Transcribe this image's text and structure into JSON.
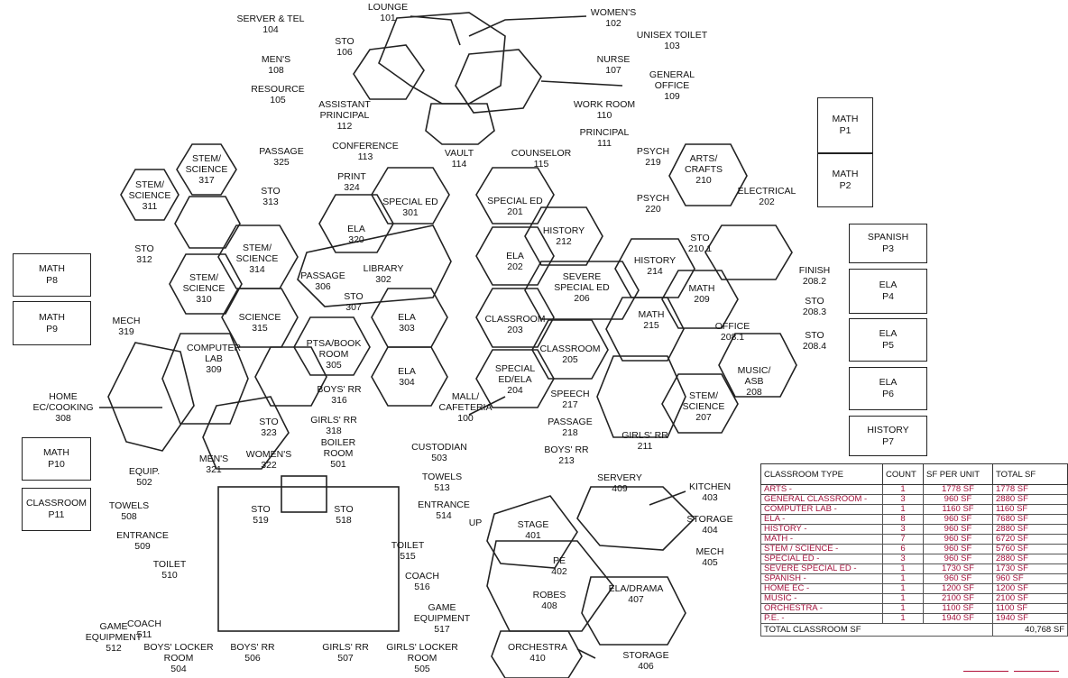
{
  "plan_labels": {
    "lounge": "LOUNGE",
    "lounge_num": "101",
    "server_tel": "SERVER & TEL",
    "server_tel_num": "104",
    "sto106": "STO",
    "sto106_num": "106",
    "mens108": "MEN'S",
    "mens108_num": "108",
    "resource": "RESOURCE",
    "resource_num": "105",
    "womens102": "WOMEN'S",
    "womens102_num": "102",
    "unisex": "UNISEX TOILET",
    "unisex_num": "103",
    "nurse": "NURSE",
    "nurse_num": "107",
    "general_office_1": "GENERAL",
    "general_office_2": "OFFICE",
    "general_office_num": "109",
    "work_room": "WORK ROOM",
    "work_room_num": "110",
    "principal": "PRINCIPAL",
    "principal_num": "111",
    "counselor": "COUNSELOR",
    "counselor_num": "115",
    "assistant_1": "ASSISTANT",
    "assistant_2": "PRINCIPAL",
    "assistant_num": "112",
    "conference": "CONFERENCE",
    "conference_num": "113",
    "vault": "VAULT",
    "vault_num": "114",
    "stem317_1": "STEM/",
    "stem317_2": "SCIENCE",
    "stem317_num": "317",
    "passage325": "PASSAGE",
    "passage325_num": "325",
    "print": "PRINT",
    "print_num": "324",
    "stem311_1": "STEM/",
    "stem311_2": "SCIENCE",
    "stem311_num": "311",
    "sto313": "STO",
    "sto313_num": "313",
    "sto312": "STO",
    "sto312_num": "312",
    "special301": "SPECIAL ED",
    "special301_num": "301",
    "ela320": "ELA",
    "ela320_num": "320",
    "stem314_1": "STEM/",
    "stem314_2": "SCIENCE",
    "stem314_num": "314",
    "library": "LIBRARY",
    "library_num": "302",
    "passage306": "PASSAGE",
    "passage306_num": "306",
    "stem310_1": "STEM/",
    "stem310_2": "SCIENCE",
    "stem310_num": "310",
    "science315": "SCIENCE",
    "science315_num": "315",
    "sto307": "STO",
    "sto307_num": "307",
    "ela303": "ELA",
    "ela303_num": "303",
    "ptsa_1": "PTSA/BOOK",
    "ptsa_2": "ROOM",
    "ptsa_num": "305",
    "ela304": "ELA",
    "ela304_num": "304",
    "mech319": "MECH",
    "mech319_num": "319",
    "complab_1": "COMPUTER",
    "complab_2": "LAB",
    "complab_num": "309",
    "homeec_1": "HOME",
    "homeec_2": "EC/COOKING",
    "homeec_num": "308",
    "boysrr316": "BOYS' RR",
    "boysrr316_num": "316",
    "girlsrr318": "GIRLS' RR",
    "girlsrr318_num": "318",
    "sto323": "STO",
    "sto323_num": "323",
    "mens321": "MEN'S",
    "mens321_num": "321",
    "womens322": "WOMEN'S",
    "womens322_num": "322",
    "boiler_1": "BOILER",
    "boiler_2": "ROOM",
    "boiler_num": "501",
    "mall_1": "MALL/",
    "mall_2": "CAFETERIA",
    "mall_num": "100",
    "special201": "SPECIAL ED",
    "special201_num": "201",
    "history212": "HISTORY",
    "history212_num": "212",
    "psych219": "PSYCH",
    "psych219_num": "219",
    "psych220": "PSYCH",
    "psych220_num": "220",
    "arts_1": "ARTS/",
    "arts_2": "CRAFTS",
    "arts_num": "210",
    "electrical": "ELECTRICAL",
    "electrical_num": "202",
    "ela202": "ELA",
    "ela202_num": "202",
    "severe_1": "SEVERE",
    "severe_2": "SPECIAL ED",
    "severe_num": "206",
    "history214": "HISTORY",
    "history214_num": "214",
    "sto210": "STO",
    "sto210_num": "210.1",
    "math209": "MATH",
    "math209_num": "209",
    "finish": "FINISH",
    "finish_num": "208.2",
    "sto2083": "STO",
    "sto2083_num": "208.3",
    "office": "OFFICE",
    "office_num": "208.1",
    "sto2084": "STO",
    "sto2084_num": "208.4",
    "classroom203": "CLASSROOM",
    "classroom203_num": "203",
    "classroom205": "CLASSROOM",
    "classroom205_num": "205",
    "math215": "MATH",
    "math215_num": "215",
    "special204_1": "SPECIAL",
    "special204_2": "ED/ELA",
    "special204_num": "204",
    "speech": "SPEECH",
    "speech_num": "217",
    "passage218": "PASSAGE",
    "passage218_num": "218",
    "boysrr213": "BOYS' RR",
    "boysrr213_num": "213",
    "girlsrr211": "GIRLS' RR",
    "girlsrr211_num": "211",
    "stem207_1": "STEM/",
    "stem207_2": "SCIENCE",
    "stem207_num": "207",
    "music_1": "MUSIC/",
    "music_2": "ASB",
    "music_num": "208",
    "custodian": "CUSTODIAN",
    "custodian_num": "503",
    "towels513": "TOWELS",
    "towels513_num": "513",
    "entrance514": "ENTRANCE",
    "entrance514_num": "514",
    "equip": "EQUIP.",
    "equip_num": "502",
    "towels508": "TOWELS",
    "towels508_num": "508",
    "entrance509": "ENTRANCE",
    "entrance509_num": "509",
    "sto519": "STO",
    "sto519_num": "519",
    "sto518": "STO",
    "sto518_num": "518",
    "toilet510": "TOILET",
    "toilet510_num": "510",
    "toilet515": "TOILET",
    "toilet515_num": "515",
    "coach511": "COACH",
    "coach511_num": "511",
    "coach516": "COACH",
    "coach516_num": "516",
    "game512_1": "GAME",
    "game512_2": "EQUIPMENT",
    "game512_num": "512",
    "game517_1": "GAME",
    "game517_2": "EQUIPMENT",
    "game517_num": "517",
    "boyslocker_1": "BOYS' LOCKER",
    "boyslocker_2": "ROOM",
    "boyslocker_num": "504",
    "boysrr506": "BOYS' RR",
    "boysrr506_num": "506",
    "girlsrr507": "GIRLS' RR",
    "girlsrr507_num": "507",
    "girlslocker_1": "GIRLS' LOCKER",
    "girlslocker_2": "ROOM",
    "girlslocker_num": "505",
    "servery": "SERVERY",
    "servery_num": "409",
    "kitchen": "KITCHEN",
    "kitchen_num": "403",
    "storage404": "STORAGE",
    "storage404_num": "404",
    "mech405": "MECH",
    "mech405_num": "405",
    "stage": "STAGE",
    "stage_num": "401",
    "pe": "PE",
    "pe_num": "402",
    "robes": "ROBES",
    "robes_num": "408",
    "eladrama": "ELA/DRAMA",
    "eladrama_num": "407",
    "orchestra": "ORCHESTRA",
    "orchestra_num": "410",
    "storage406": "STORAGE",
    "storage406_num": "406",
    "up": "UP"
  },
  "portables": [
    {
      "id": "p1",
      "name": "MATH",
      "num": "P1"
    },
    {
      "id": "p2",
      "name": "MATH",
      "num": "P2"
    },
    {
      "id": "p3",
      "name": "SPANISH",
      "num": "P3"
    },
    {
      "id": "p4",
      "name": "ELA",
      "num": "P4"
    },
    {
      "id": "p5",
      "name": "ELA",
      "num": "P5"
    },
    {
      "id": "p6",
      "name": "ELA",
      "num": "P6"
    },
    {
      "id": "p7",
      "name": "HISTORY",
      "num": "P7"
    },
    {
      "id": "p8",
      "name": "MATH",
      "num": "P8"
    },
    {
      "id": "p9",
      "name": "MATH",
      "num": "P9"
    },
    {
      "id": "p10",
      "name": "MATH",
      "num": "P10"
    },
    {
      "id": "p11",
      "name": "CLASSROOM",
      "num": "P11"
    }
  ],
  "table": {
    "headers": [
      "CLASSROOM TYPE",
      "COUNT",
      "SF PER UNIT",
      "TOTAL SF"
    ],
    "rows": [
      [
        "ARTS -",
        "1",
        "1778 SF",
        "1778 SF"
      ],
      [
        "GENERAL CLASSROOM -",
        "3",
        "960 SF",
        "2880 SF"
      ],
      [
        "COMPUTER LAB -",
        "1",
        "1160 SF",
        "1160 SF"
      ],
      [
        "ELA -",
        "8",
        "960 SF",
        "7680 SF"
      ],
      [
        "HISTORY -",
        "3",
        "960 SF",
        "2880 SF"
      ],
      [
        "MATH -",
        "7",
        "960 SF",
        "6720 SF"
      ],
      [
        "STEM / SCIENCE -",
        "6",
        "960 SF",
        "5760 SF"
      ],
      [
        "SPECIAL ED -",
        "3",
        "960 SF",
        "2880 SF"
      ],
      [
        "SEVERE SPECIAL ED -",
        "1",
        "1730 SF",
        "1730 SF"
      ],
      [
        "SPANISH -",
        "1",
        "960 SF",
        "960 SF"
      ],
      [
        "HOME EC -",
        "1",
        "1200 SF",
        "1200 SF"
      ],
      [
        "MUSIC -",
        "1",
        "2100 SF",
        "2100 SF"
      ],
      [
        "ORCHESTRA -",
        "1",
        "1100 SF",
        "1100 SF"
      ],
      [
        "P.E. -",
        "1",
        "1940 SF",
        "1940 SF"
      ]
    ],
    "total_label": "TOTAL CLASSROOM SF",
    "total_value": "40,768 SF"
  },
  "colors": {
    "wall": "#222222",
    "table_red": "#a3123c"
  }
}
